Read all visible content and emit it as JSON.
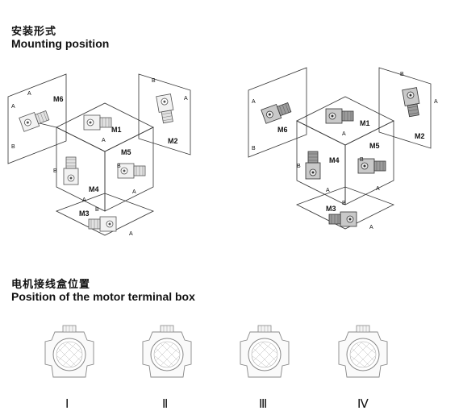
{
  "mounting": {
    "title_cn": "安装形式",
    "title_en": "Mounting position",
    "positions": [
      "M1",
      "M2",
      "M3",
      "M4",
      "M5",
      "M6"
    ],
    "side_a": "A",
    "side_b": "B"
  },
  "terminal_box": {
    "title_cn": "电机接线盒位置",
    "title_en": "Position of the motor terminal box",
    "positions": [
      "I",
      "II",
      "III",
      "IV"
    ]
  },
  "roman_labels": [
    "Ⅰ",
    "Ⅱ",
    "Ⅲ",
    "Ⅳ"
  ]
}
